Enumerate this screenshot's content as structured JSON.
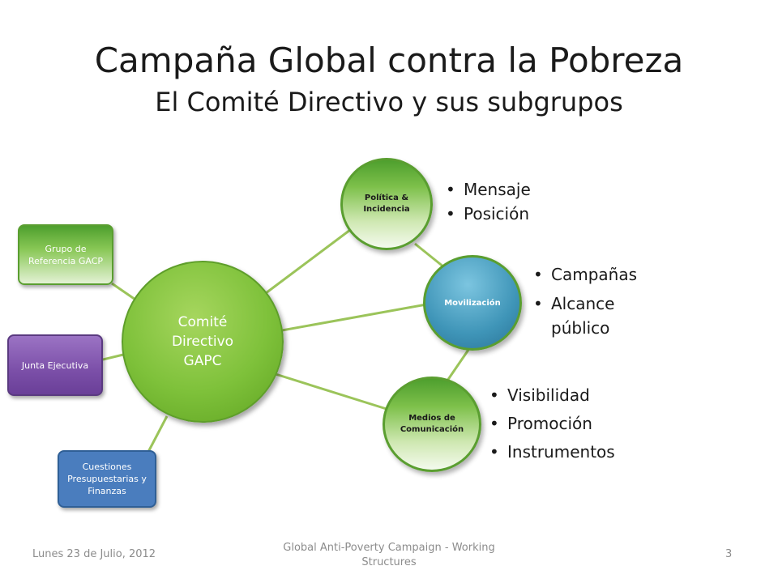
{
  "slide": {
    "title": "Campaña Global contra la Pobreza",
    "subtitle": "El Comité Directivo  y sus subgrupos"
  },
  "diagram": {
    "center": {
      "label": "Comité Directivo GAPC",
      "color": "#7ec13a"
    },
    "nodes": [
      {
        "id": "politica",
        "label": "Política & Incidencia",
        "bullets": [
          "Mensaje",
          "Posición"
        ]
      },
      {
        "id": "movilizacion",
        "label": "Movilización",
        "bullets": [
          "Campañas",
          "Alcance público"
        ]
      },
      {
        "id": "medios",
        "label": "Medios de Comunicación",
        "bullets": [
          "Visibilidad",
          "Promoción",
          "Instrumentos"
        ]
      }
    ],
    "side_boxes": [
      {
        "id": "grupo",
        "label": "Grupo de Referencia GACP",
        "color": "#5a9e30"
      },
      {
        "id": "junta",
        "label": "Junta Ejecutiva",
        "color": "#7b4fa8"
      },
      {
        "id": "cuestiones",
        "label": "Cuestiones Presupuestarias y Finanzas",
        "color": "#4a7dbe"
      }
    ],
    "connector_color": "#9bc45a"
  },
  "footer": {
    "date": "Lunes 23 de Julio, 2012",
    "center": "Global Anti-Poverty Campaign - Working Structures",
    "page": "3"
  }
}
